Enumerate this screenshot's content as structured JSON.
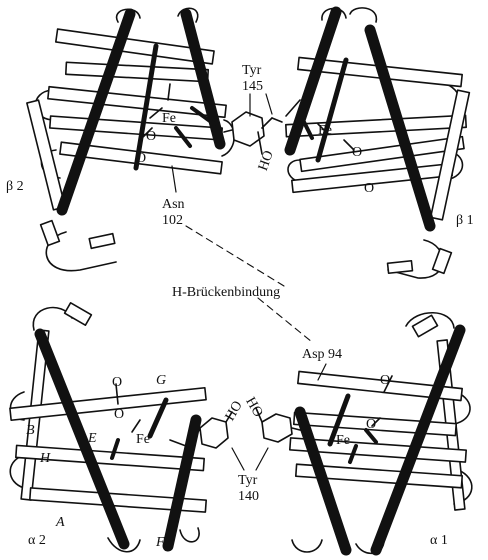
{
  "labels": {
    "beta2": "β 2",
    "beta1": "β 1",
    "alpha2": "α 2",
    "alpha1": "α 1",
    "fe": "Fe",
    "o": "O",
    "ho": "HO",
    "tyr_top_name": "Tyr",
    "tyr_top_num": "145",
    "asn_name": "Asn",
    "asn_num": "102",
    "hbond": "H-Brückenbindung",
    "asp": "Asp 94",
    "tyr_bottom_name": "Tyr",
    "tyr_bottom_num": "140",
    "helix_a": "A",
    "helix_b": "B",
    "helix_e": "E",
    "helix_f": "F",
    "helix_g": "G",
    "helix_h": "H"
  },
  "colors": {
    "ink": "#111111",
    "paper": "#ffffff"
  }
}
